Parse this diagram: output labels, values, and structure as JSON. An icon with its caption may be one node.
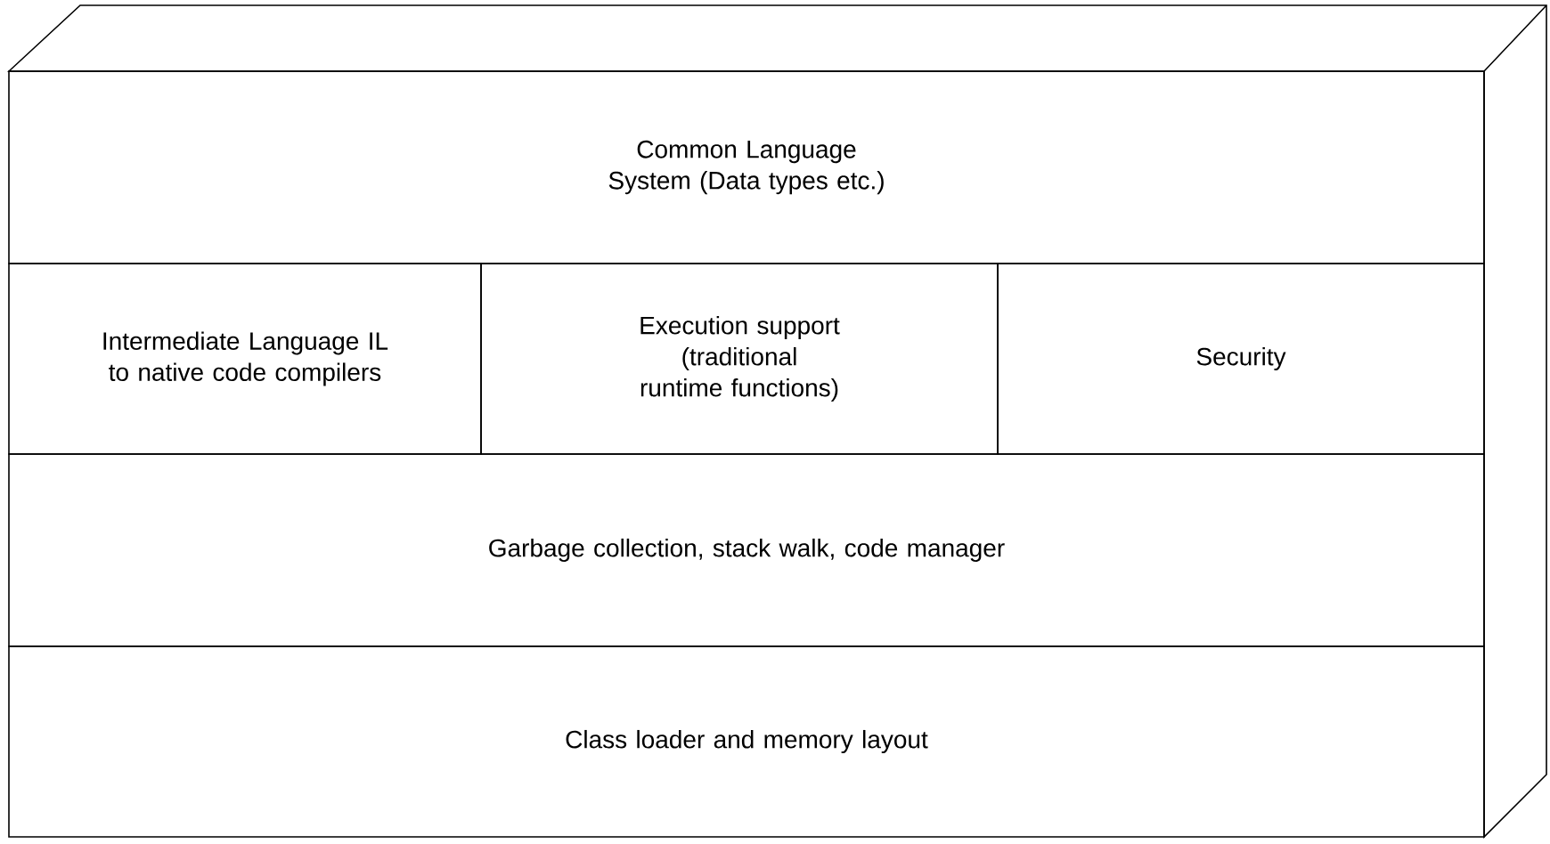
{
  "diagram": {
    "nodes": [
      {
        "text": [
          "Common Language System (Data types etc.)"
        ]
      },
      {
        "text": [
          "Intermediate Language IL to native code compilers"
        ]
      },
      {
        "text": [
          "Execution support (traditional runtime functions)"
        ]
      },
      {
        "text": [
          "Security"
        ]
      },
      {
        "text": [
          "Garbage collection, stack walk, code manager"
        ]
      },
      {
        "text": [
          "Class loader and memory layout"
        ]
      }
    ]
  }
}
